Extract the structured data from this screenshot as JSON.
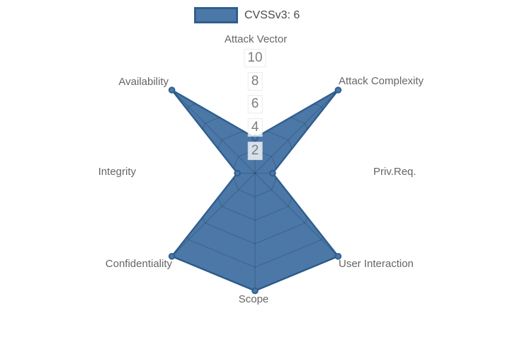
{
  "chart_data": {
    "type": "radar",
    "title": "",
    "legend_position": "top",
    "legend": {
      "label": "CVSSv3: 6"
    },
    "axes": [
      "Attack Vector",
      "Attack Complexity",
      "Priv.Req.",
      "User Interaction",
      "Scope",
      "Confidentiality",
      "Integrity",
      "Availability"
    ],
    "series": [
      {
        "name": "CVSSv3: 6",
        "values": [
          3,
          10,
          1.5,
          10,
          10,
          10,
          1.5,
          10
        ]
      }
    ],
    "rlim": [
      0,
      10
    ],
    "ticks": [
      "2",
      "4",
      "6",
      "8",
      "10"
    ],
    "tick_values": [
      2,
      4,
      6,
      8,
      10
    ],
    "grid": true,
    "colors": {
      "fill": "#4c78a8",
      "border": "#2f5f8f",
      "grid": "rgba(0,0,0,0.14)",
      "axis_label": "#666666",
      "tick_label": "#7d7d7d",
      "tick_backdrop": "rgba(255,255,255,0.78)",
      "legend_text": "#4a4a4a"
    }
  }
}
